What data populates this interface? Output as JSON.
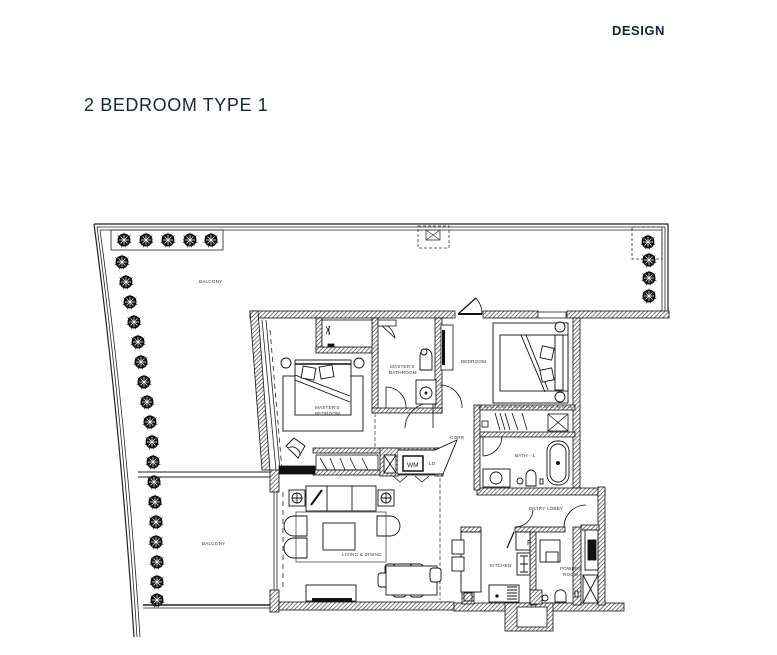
{
  "header": {
    "section_label": "DESIGN"
  },
  "page_title": "2 BEDROOM TYPE 1",
  "colors": {
    "title": "#13263f",
    "walls": "#1a1a1a",
    "hatch": "#555555",
    "background": "#ffffff"
  },
  "floor_plan": {
    "rooms": {
      "balcony_top": "BALCONY",
      "balcony_bottom": "BALCONY",
      "masters_bedroom_l1": "MASTER'S",
      "masters_bedroom_l2": "BEDROOM",
      "masters_bathroom_l1": "MASTER'S",
      "masters_bathroom_l2": "BATHROOM",
      "bedroom": "BEDROOM",
      "corr": "CORR",
      "bath": "BATH - 1",
      "ld": "LD",
      "wm": "WM",
      "living_dining": "LIVING & DINING",
      "entry_lobby": "ENTRY LOBBY",
      "kitchen": "KITCHEN",
      "fridge": "F",
      "powder_room_l1": "POWDER",
      "powder_room_l2": "ROOM"
    }
  }
}
